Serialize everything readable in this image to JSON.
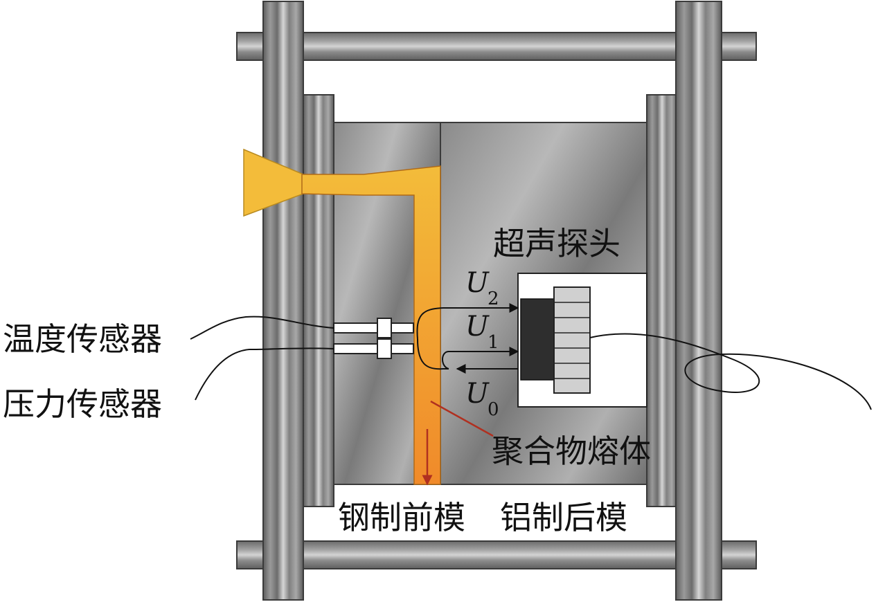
{
  "labels": {
    "ultrasonic_probe": "超声探头",
    "temperature_sensor": "温度传感器",
    "pressure_sensor": "压力传感器",
    "polymer_melt": "聚合物熔体",
    "steel_front_mold": "钢制前模",
    "aluminum_rear_mold": "铝制后模",
    "u2": "U",
    "u2_sub": "2",
    "u1": "U",
    "u1_sub": "1",
    "u0": "U",
    "u0_sub": "0"
  },
  "colors": {
    "melt_top": "#f3bc3a",
    "melt_bottom": "#f08a2a",
    "metal_dark": "#5a5a5a",
    "metal_light": "#d8d8d8",
    "pointer": "#b03020",
    "probe_crystal": "#2e2e2e"
  }
}
